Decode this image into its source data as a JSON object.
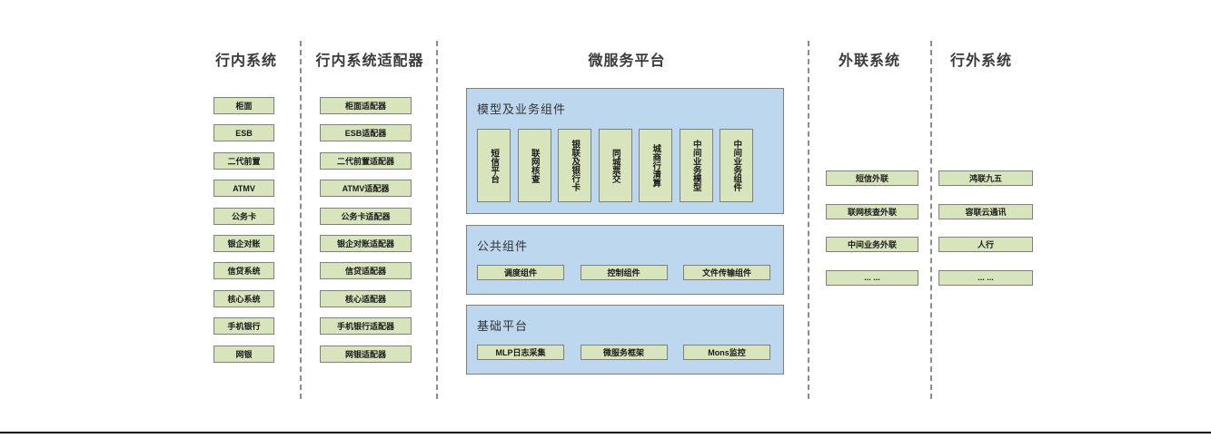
{
  "colors": {
    "box_fill_green": "#d7e4bc",
    "box_border": "#7f7f7f",
    "panel_fill_blue": "#bdd7ee",
    "divider_gray": "#8c8c8c",
    "header_text": "#3a3a3a",
    "bottom_rule": "#000000"
  },
  "columns": {
    "inbank": {
      "title": "行内系统",
      "boxes": [
        "柜面",
        "ESB",
        "二代前置",
        "ATMV",
        "公务卡",
        "银企对账",
        "信贷系统",
        "核心系统",
        "手机银行",
        "网银"
      ]
    },
    "adapters": {
      "title": "行内系统适配器",
      "boxes": [
        "柜面适配器",
        "ESB适配器",
        "二代前置适配器",
        "ATMV适配器",
        "公务卡适配器",
        "银企对账适配器",
        "信贷适配器",
        "核心适配器",
        "手机银行适配器",
        "网银适配器"
      ]
    },
    "platform": {
      "title": "微服务平台",
      "sections": [
        {
          "title": "模型及业务组件",
          "boxes": [
            "短信平台",
            "联网核查",
            "银联及银行卡",
            "同城票交",
            "城商行清算",
            "中间业务模型",
            "中间业务组件"
          ]
        },
        {
          "title": "公共组件",
          "boxes": [
            "调度组件",
            "控制组件",
            "文件传输组件"
          ]
        },
        {
          "title": "基础平台",
          "boxes": [
            "MLP日志采集",
            "微服务框架",
            "Mons监控"
          ]
        }
      ]
    },
    "outbound": {
      "title": "外联系统",
      "boxes": [
        "短信外联",
        "联网核查外联",
        "中间业务外联",
        "... ..."
      ]
    },
    "external": {
      "title": "行外系统",
      "boxes": [
        "鸿联九五",
        "容联云通讯",
        "人行",
        "... ..."
      ]
    }
  }
}
